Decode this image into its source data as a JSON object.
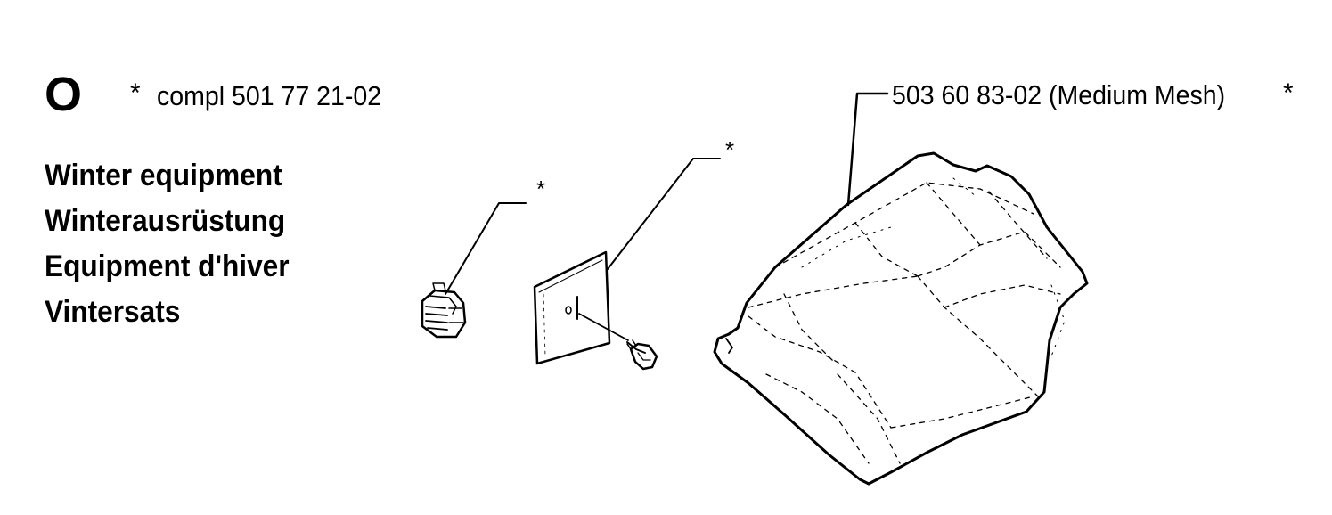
{
  "section": {
    "letter": "O"
  },
  "kit": {
    "asterisk": "*",
    "label": "compl 501 77 21-02"
  },
  "title": {
    "en": "Winter equipment",
    "de": "Winterausrüstung",
    "fr": "Equipment d'hiver",
    "sv": "Vintersats"
  },
  "parts": {
    "cover": {
      "label": "503 60 83-02 (Medium Mesh)",
      "asterisk": "*"
    },
    "plug": {
      "asterisk": "*"
    },
    "plate": {
      "asterisk": "*"
    }
  }
}
